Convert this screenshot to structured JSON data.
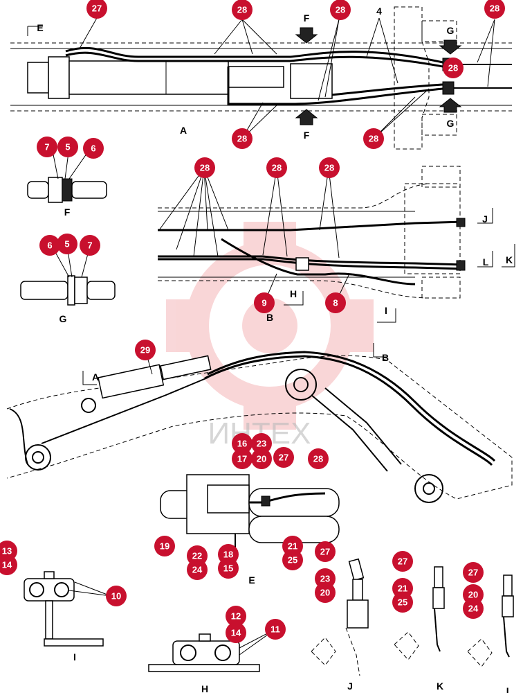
{
  "callouts": [
    {
      "id": "c27a",
      "label": "27"
    },
    {
      "id": "c28a",
      "label": "28"
    },
    {
      "id": "c28b",
      "label": "28"
    },
    {
      "id": "c28c",
      "label": "28"
    },
    {
      "id": "c28d",
      "label": "28"
    },
    {
      "id": "c28e",
      "label": "28"
    },
    {
      "id": "c28f",
      "label": "28"
    },
    {
      "id": "c7a",
      "label": "7"
    },
    {
      "id": "c5a",
      "label": "5"
    },
    {
      "id": "c6a",
      "label": "6"
    },
    {
      "id": "c28g",
      "label": "28"
    },
    {
      "id": "c28h",
      "label": "28"
    },
    {
      "id": "c28i",
      "label": "28"
    },
    {
      "id": "c6b",
      "label": "6"
    },
    {
      "id": "c5b",
      "label": "5"
    },
    {
      "id": "c7b",
      "label": "7"
    },
    {
      "id": "c9",
      "label": "9"
    },
    {
      "id": "c8",
      "label": "8"
    },
    {
      "id": "c29",
      "label": "29"
    },
    {
      "id": "c16",
      "label": "16"
    },
    {
      "id": "c23a",
      "label": "23"
    },
    {
      "id": "c17",
      "label": "17"
    },
    {
      "id": "c20a",
      "label": "20"
    },
    {
      "id": "c27b",
      "label": "27"
    },
    {
      "id": "c28j",
      "label": "28"
    },
    {
      "id": "c19",
      "label": "19"
    },
    {
      "id": "c22",
      "label": "22"
    },
    {
      "id": "c24a",
      "label": "24"
    },
    {
      "id": "c18",
      "label": "18"
    },
    {
      "id": "c15",
      "label": "15"
    },
    {
      "id": "c21a",
      "label": "21"
    },
    {
      "id": "c25a",
      "label": "25"
    },
    {
      "id": "c13",
      "label": "13"
    },
    {
      "id": "c14a",
      "label": "14"
    },
    {
      "id": "c10",
      "label": "10"
    },
    {
      "id": "c27c",
      "label": "27"
    },
    {
      "id": "c23b",
      "label": "23"
    },
    {
      "id": "c20b",
      "label": "20"
    },
    {
      "id": "c27d",
      "label": "27"
    },
    {
      "id": "c21b",
      "label": "21"
    },
    {
      "id": "c25b",
      "label": "25"
    },
    {
      "id": "c27e",
      "label": "27"
    },
    {
      "id": "c20c",
      "label": "20"
    },
    {
      "id": "c24b",
      "label": "24"
    },
    {
      "id": "c12",
      "label": "12"
    },
    {
      "id": "c14b",
      "label": "14"
    },
    {
      "id": "c11",
      "label": "11"
    }
  ],
  "view_labels": {
    "E_top": "E",
    "F_top": "F",
    "F_bottom": "F",
    "four": "4",
    "G_top": "G",
    "G_bottom": "G",
    "A": "A",
    "F_detail": "F",
    "G_detail": "G",
    "J_arrow": "J",
    "L_arrow": "L",
    "K_arrow": "K",
    "H_arrow": "H",
    "B": "B",
    "I_arrow": "I",
    "B_arrow": "B",
    "A_arrow": "A",
    "E_detail": "E",
    "I_detail": "I",
    "H_detail": "H",
    "J_detail": "J",
    "K_detail": "K",
    "L_detail": "L"
  },
  "watermark": "ИНТЕХ"
}
